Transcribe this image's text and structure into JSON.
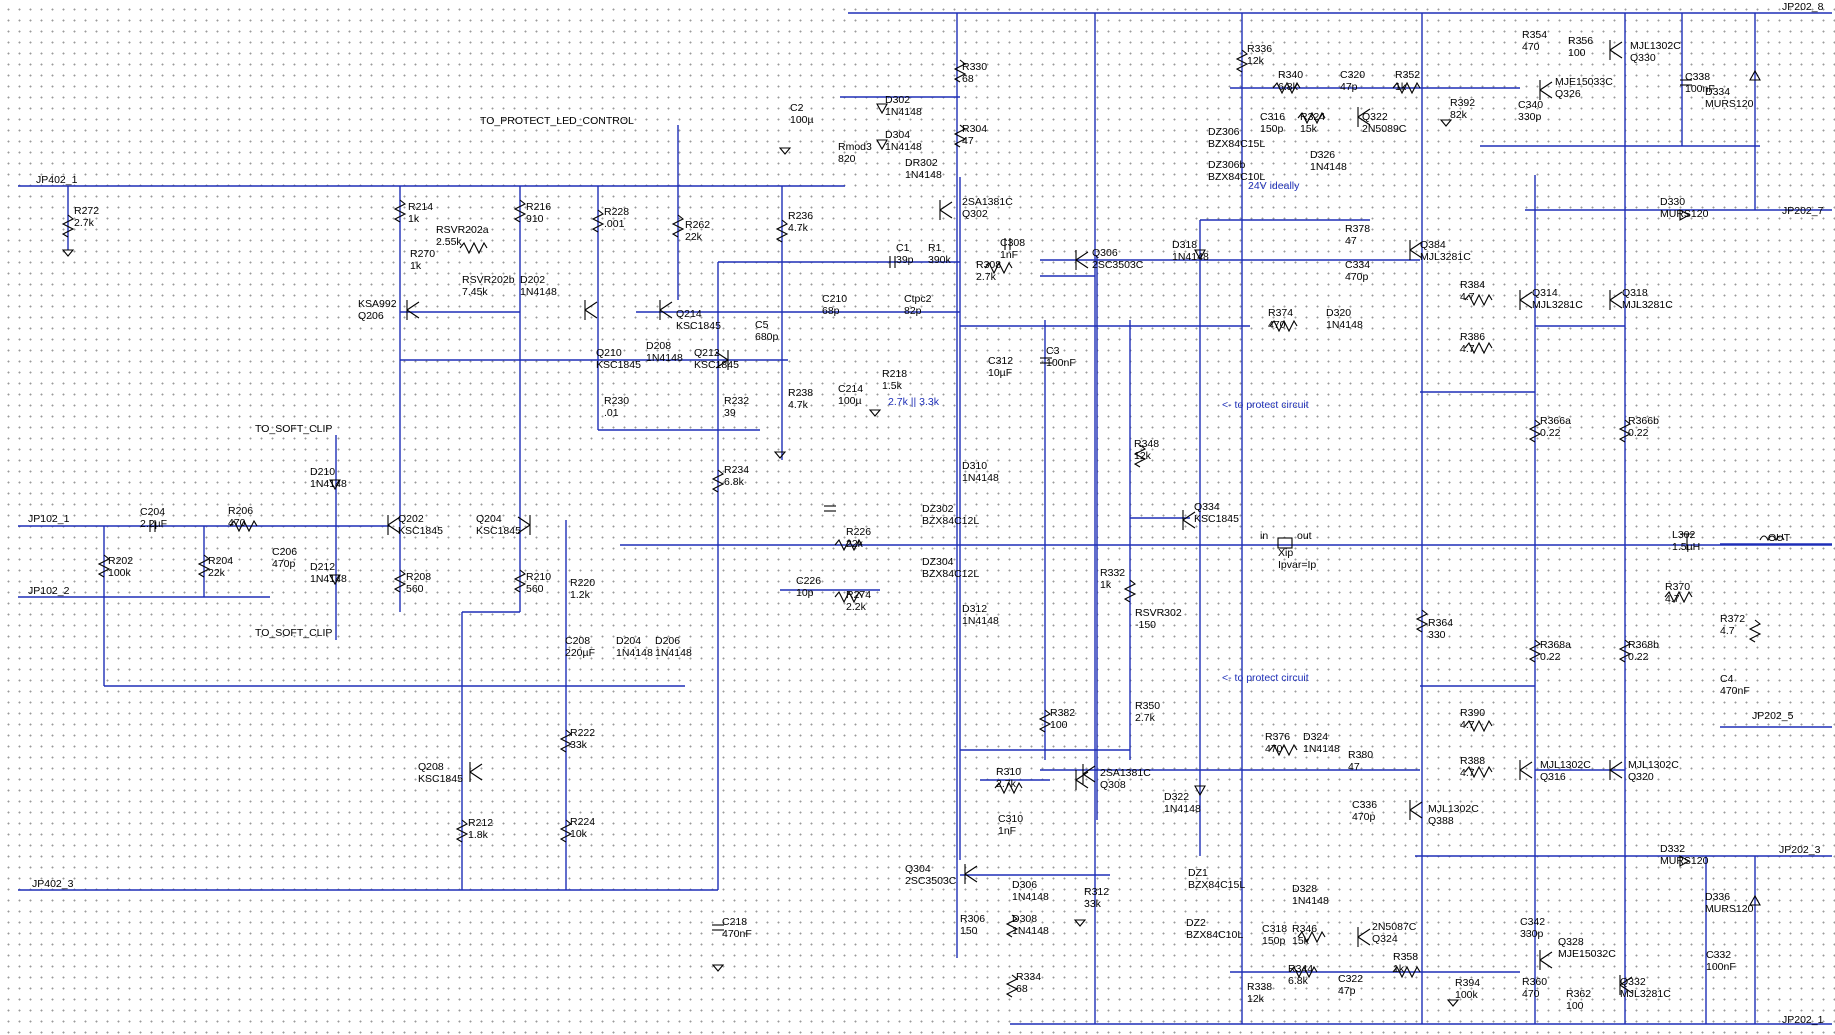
{
  "colors": {
    "wire": "#1e2fb7",
    "component": "#000000",
    "note": "#1e2fb7",
    "background": "#ffffff"
  },
  "labels": [
    {
      "id": "jp202_8",
      "text": "JP202_8"
    },
    {
      "id": "jp202_7",
      "text": "JP202_7"
    },
    {
      "id": "jp202_5",
      "text": "JP202_5"
    },
    {
      "id": "jp202_3",
      "text": "JP202_3"
    },
    {
      "id": "jp202_1",
      "text": "JP202_1"
    },
    {
      "id": "out",
      "text": "OUT"
    },
    {
      "id": "jp402_1",
      "text": "JP402_1"
    },
    {
      "id": "jp402_3",
      "text": "JP402_3"
    },
    {
      "id": "jp102_1",
      "text": "JP102_1"
    },
    {
      "id": "jp102_2",
      "text": "JP102_2"
    },
    {
      "id": "protect_led",
      "text": "TO_PROTECT_LED_CONTROL"
    },
    {
      "id": "soft_clip1",
      "text": "TO_SOFT_CLIP"
    },
    {
      "id": "soft_clip2",
      "text": "TO_SOFT_CLIP"
    }
  ],
  "notes": [
    {
      "id": "n1",
      "text": "24V ideally"
    },
    {
      "id": "n2",
      "text": "<- to protect circuit"
    },
    {
      "id": "n3",
      "text": "<- to protect circuit"
    },
    {
      "id": "n4",
      "text": "2.7k || 3.3k"
    }
  ],
  "components": [
    {
      "id": "R272",
      "name": "R272",
      "value": "2.7k"
    },
    {
      "id": "R214",
      "name": "R214",
      "value": "1k"
    },
    {
      "id": "R216",
      "name": "R216",
      "value": "910"
    },
    {
      "id": "R228",
      "name": "R228",
      "value": ".001"
    },
    {
      "id": "R262",
      "name": "R262",
      "value": "22k"
    },
    {
      "id": "R236",
      "name": "R236",
      "value": "4.7k"
    },
    {
      "id": "RSVR202a",
      "name": "RSVR202a",
      "value": "2.55k"
    },
    {
      "id": "RSVR202b",
      "name": "RSVR202b",
      "value": "7.45k"
    },
    {
      "id": "R270",
      "name": "R270",
      "value": "1k"
    },
    {
      "id": "D202",
      "name": "D202",
      "value": "1N4148"
    },
    {
      "id": "Q206",
      "name": "KSA992",
      "value": "Q206"
    },
    {
      "id": "Q210",
      "name": "Q210",
      "value": "KSC1845"
    },
    {
      "id": "D208",
      "name": "D208",
      "value": "1N4148"
    },
    {
      "id": "Q212",
      "name": "Q212",
      "value": "KSC1845"
    },
    {
      "id": "Q214",
      "name": "Q214",
      "value": "KSC1845"
    },
    {
      "id": "C5",
      "name": "C5",
      "value": "680p"
    },
    {
      "id": "R230",
      "name": "R230",
      "value": ".01"
    },
    {
      "id": "R232",
      "name": "R232",
      "value": "39"
    },
    {
      "id": "R238",
      "name": "R238",
      "value": "4.7k"
    },
    {
      "id": "C214",
      "name": "C214",
      "value": "100µ"
    },
    {
      "id": "R218",
      "name": "R218",
      "value": "1.5k"
    },
    {
      "id": "R234",
      "name": "R234",
      "value": "6.8k"
    },
    {
      "id": "C2",
      "name": "C2",
      "value": "100µ"
    },
    {
      "id": "Rmod3",
      "name": "Rmod3",
      "value": "820"
    },
    {
      "id": "D302",
      "name": "D302",
      "value": "1N4148"
    },
    {
      "id": "D304",
      "name": "D304",
      "value": "1N4148"
    },
    {
      "id": "DR302",
      "name": "DR302",
      "value": "1N4148"
    },
    {
      "id": "R330",
      "name": "R330",
      "value": "68"
    },
    {
      "id": "R304",
      "name": "R304",
      "value": "47"
    },
    {
      "id": "Q302",
      "name": "2SA1381C",
      "value": "Q302"
    },
    {
      "id": "C1",
      "name": "C1",
      "value": "39p"
    },
    {
      "id": "R1",
      "name": "R1",
      "value": "390k"
    },
    {
      "id": "R308",
      "name": "R308",
      "value": "2.7k"
    },
    {
      "id": "C308",
      "name": "C308",
      "value": "1nF"
    },
    {
      "id": "Q306",
      "name": "Q306",
      "value": "2SC3503C"
    },
    {
      "id": "C210",
      "name": "C210",
      "value": "68p"
    },
    {
      "id": "Ctpc2",
      "name": "Ctpc2",
      "value": "82p"
    },
    {
      "id": "C312",
      "name": "C312",
      "value": "10µF"
    },
    {
      "id": "C3",
      "name": "C3",
      "value": "100nF"
    },
    {
      "id": "D310",
      "name": "D310",
      "value": "1N4148"
    },
    {
      "id": "DZ302",
      "name": "DZ302",
      "value": "BZX84C12L"
    },
    {
      "id": "DZ304",
      "name": "DZ304",
      "value": "BZX84C12L"
    },
    {
      "id": "D312",
      "name": "D312",
      "value": "1N4148"
    },
    {
      "id": "R348",
      "name": "R348",
      "value": "12k"
    },
    {
      "id": "R332",
      "name": "R332",
      "value": "1k"
    },
    {
      "id": "RSVR302",
      "name": "RSVR302",
      "value": "-150"
    },
    {
      "id": "R350",
      "name": "R350",
      "value": "2.7k"
    },
    {
      "id": "R382",
      "name": "R382",
      "value": "100"
    },
    {
      "id": "Q334",
      "name": "Q334",
      "value": "KSC1845"
    },
    {
      "id": "R336",
      "name": "R336",
      "value": "12k"
    },
    {
      "id": "R340",
      "name": "R340",
      "value": "6.8k"
    },
    {
      "id": "C320",
      "name": "C320",
      "value": "47p"
    },
    {
      "id": "R352",
      "name": "R352",
      "value": "1k"
    },
    {
      "id": "R392",
      "name": "R392",
      "value": "82k"
    },
    {
      "id": "C316",
      "name": "C316",
      "value": "150p"
    },
    {
      "id": "R324",
      "name": "R324",
      "value": "15k"
    },
    {
      "id": "Q322",
      "name": "Q322",
      "value": "2N5089C"
    },
    {
      "id": "D326",
      "name": "D326",
      "value": "1N4148"
    },
    {
      "id": "DZ306",
      "name": "DZ306",
      "value": "BZX84C15L"
    },
    {
      "id": "DZ306b",
      "name": "DZ306b",
      "value": "BZX84C10L"
    },
    {
      "id": "R354",
      "name": "R354",
      "value": "470"
    },
    {
      "id": "R356",
      "name": "R356",
      "value": "100"
    },
    {
      "id": "Q326",
      "name": "MJE15033C",
      "value": "Q326"
    },
    {
      "id": "Q330",
      "name": "MJL1302C",
      "value": "Q330"
    },
    {
      "id": "C340",
      "name": "C340",
      "value": "330p"
    },
    {
      "id": "C338",
      "name": "C338",
      "value": "100nF"
    },
    {
      "id": "D334",
      "name": "D334",
      "value": "MURS120"
    },
    {
      "id": "D330",
      "name": "D330",
      "value": "MURS120"
    },
    {
      "id": "D318",
      "name": "D318",
      "value": "1N4148"
    },
    {
      "id": "R378",
      "name": "R378",
      "value": "47"
    },
    {
      "id": "C334",
      "name": "C334",
      "value": "470p"
    },
    {
      "id": "Q384",
      "name": "Q384",
      "value": "MJL3281C"
    },
    {
      "id": "R384",
      "name": "R384",
      "value": "4.7"
    },
    {
      "id": "R386",
      "name": "R386",
      "value": "4.7"
    },
    {
      "id": "Q314",
      "name": "Q314",
      "value": "MJL3281C"
    },
    {
      "id": "Q318",
      "name": "Q318",
      "value": "MJL3281C"
    },
    {
      "id": "R374",
      "name": "R374",
      "value": "470"
    },
    {
      "id": "D320",
      "name": "D320",
      "value": "1N4148"
    },
    {
      "id": "R366a",
      "name": "R366a",
      "value": "0.22"
    },
    {
      "id": "R366b",
      "name": "R366b",
      "value": "0.22"
    },
    {
      "id": "Xip",
      "name": "Xip",
      "value": "Ipvar=Ip"
    },
    {
      "id": "L302",
      "name": "L302",
      "value": "1.5µH"
    },
    {
      "id": "R370",
      "name": "R370",
      "value": "4.7"
    },
    {
      "id": "R372",
      "name": "R372",
      "value": "4.7"
    },
    {
      "id": "C4",
      "name": "C4",
      "value": "470nF"
    },
    {
      "id": "R364",
      "name": "R364",
      "value": "330"
    },
    {
      "id": "R368a",
      "name": "R368a",
      "value": "0.22"
    },
    {
      "id": "R368b",
      "name": "R368b",
      "value": "0.22"
    },
    {
      "id": "R390",
      "name": "R390",
      "value": "4.7"
    },
    {
      "id": "R388",
      "name": "R388",
      "value": "4.7"
    },
    {
      "id": "R376",
      "name": "R376",
      "value": "470"
    },
    {
      "id": "D324",
      "name": "D324",
      "value": "1N4148"
    },
    {
      "id": "R380",
      "name": "R380",
      "value": "47"
    },
    {
      "id": "C336",
      "name": "C336",
      "value": "470p"
    },
    {
      "id": "Q388",
      "name": "MJL1302C",
      "value": "Q388"
    },
    {
      "id": "Q316",
      "name": "MJL1302C",
      "value": "Q316"
    },
    {
      "id": "Q320",
      "name": "MJL1302C",
      "value": "Q320"
    },
    {
      "id": "D322",
      "name": "D322",
      "value": "1N4148"
    },
    {
      "id": "R310",
      "name": "R310",
      "value": "2.7k"
    },
    {
      "id": "C310",
      "name": "C310",
      "value": "1nF"
    },
    {
      "id": "Q308",
      "name": "2SA1381C",
      "value": "Q308"
    },
    {
      "id": "Q304",
      "name": "Q304",
      "value": "2SC3503C"
    },
    {
      "id": "D306",
      "name": "D306",
      "value": "1N4148"
    },
    {
      "id": "D308",
      "name": "D308",
      "value": "1N4148"
    },
    {
      "id": "R312",
      "name": "R312",
      "value": "33k"
    },
    {
      "id": "R306",
      "name": "R306",
      "value": "150"
    },
    {
      "id": "R334",
      "name": "R334",
      "value": "68"
    },
    {
      "id": "DZ1",
      "name": "DZ1",
      "value": "BZX84C15L"
    },
    {
      "id": "DZ2",
      "name": "DZ2",
      "value": "BZX84C10L"
    },
    {
      "id": "C318",
      "name": "C318",
      "value": "150p"
    },
    {
      "id": "R346",
      "name": "R346",
      "value": "15k"
    },
    {
      "id": "D328",
      "name": "D328",
      "value": "1N4148"
    },
    {
      "id": "Q324",
      "name": "2N5087C",
      "value": "Q324"
    },
    {
      "id": "R344",
      "name": "R344",
      "value": "6.8k"
    },
    {
      "id": "C322",
      "name": "C322",
      "value": "47p"
    },
    {
      "id": "R358",
      "name": "R358",
      "value": "1k"
    },
    {
      "id": "R394",
      "name": "R394",
      "value": "100k"
    },
    {
      "id": "R338",
      "name": "R338",
      "value": "12k"
    },
    {
      "id": "C342",
      "name": "C342",
      "value": "330p"
    },
    {
      "id": "Q328",
      "name": "Q328",
      "value": "MJE15032C"
    },
    {
      "id": "R360",
      "name": "R360",
      "value": "470"
    },
    {
      "id": "R362",
      "name": "R362",
      "value": "100"
    },
    {
      "id": "Q332",
      "name": "Q332",
      "value": "MJL3281C"
    },
    {
      "id": "C332",
      "name": "C332",
      "value": "100nF"
    },
    {
      "id": "D336",
      "name": "D336",
      "value": "MURS120"
    },
    {
      "id": "D332",
      "name": "D332",
      "value": "MURS120"
    },
    {
      "id": "C204",
      "name": "C204",
      "value": "2.2µF"
    },
    {
      "id": "R206",
      "name": "R206",
      "value": "470"
    },
    {
      "id": "R202",
      "name": "R202",
      "value": "100k"
    },
    {
      "id": "R204",
      "name": "R204",
      "value": "22k"
    },
    {
      "id": "C206",
      "name": "C206",
      "value": "470p"
    },
    {
      "id": "D210",
      "name": "D210",
      "value": "1N4148"
    },
    {
      "id": "D212",
      "name": "D212",
      "value": "1N4148"
    },
    {
      "id": "Q202",
      "name": "Q202",
      "value": "KSC1845"
    },
    {
      "id": "Q204",
      "name": "Q204",
      "value": "KSC1845"
    },
    {
      "id": "R208",
      "name": "R208",
      "value": "560"
    },
    {
      "id": "R210",
      "name": "R210",
      "value": "560"
    },
    {
      "id": "R220",
      "name": "R220",
      "value": "1.2k"
    },
    {
      "id": "C208",
      "name": "C208",
      "value": "220µF"
    },
    {
      "id": "D204",
      "name": "D204",
      "value": "1N4148"
    },
    {
      "id": "D206",
      "name": "D206",
      "value": "1N4148"
    },
    {
      "id": "R226",
      "name": "R226",
      "value": "22k"
    },
    {
      "id": "C226",
      "name": "C226",
      "value": "10p"
    },
    {
      "id": "R274",
      "name": "R274",
      "value": "2.2k"
    },
    {
      "id": "R222",
      "name": "R222",
      "value": "33k"
    },
    {
      "id": "R224",
      "name": "R224",
      "value": "10k"
    },
    {
      "id": "Q208",
      "name": "Q208",
      "value": "KSC1845"
    },
    {
      "id": "R212",
      "name": "R212",
      "value": "1.8k"
    },
    {
      "id": "C218",
      "name": "C218",
      "value": "470nF"
    }
  ],
  "pins": [
    {
      "id": "xip_in",
      "text": "in"
    },
    {
      "id": "xip_out",
      "text": "out"
    }
  ]
}
